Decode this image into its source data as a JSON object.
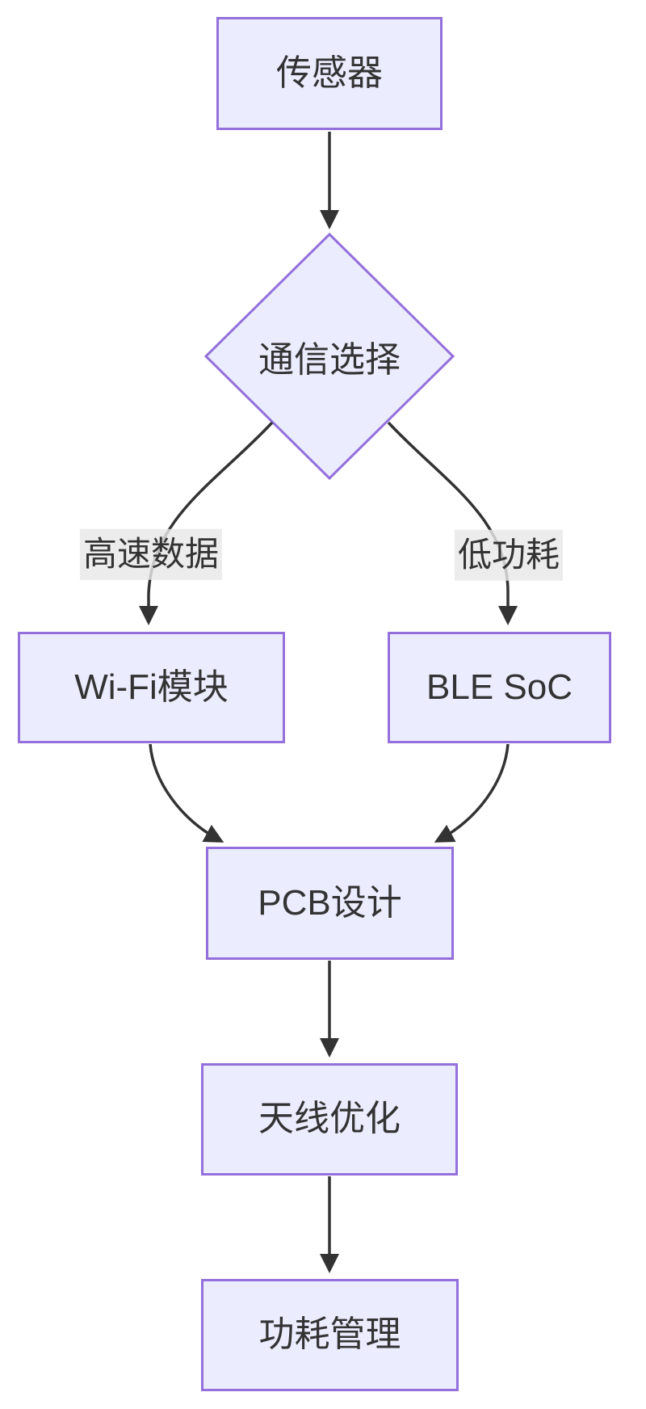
{
  "diagram": {
    "type": "flowchart",
    "direction": "top-down",
    "colors": {
      "node_fill": "#ECECFF",
      "node_border": "#9370DB",
      "edge_color": "#333333",
      "text_color": "#333333",
      "edge_label_bg": "#E8E8E8"
    },
    "nodes": [
      {
        "id": "sensor",
        "label": "传感器",
        "shape": "rect"
      },
      {
        "id": "comm",
        "label": "通信选择",
        "shape": "diamond"
      },
      {
        "id": "wifi",
        "label": "Wi-Fi模块",
        "shape": "rect"
      },
      {
        "id": "ble",
        "label": "BLE SoC",
        "shape": "rect"
      },
      {
        "id": "pcb",
        "label": "PCB设计",
        "shape": "rect"
      },
      {
        "id": "antenna",
        "label": "天线优化",
        "shape": "rect"
      },
      {
        "id": "power",
        "label": "功耗管理",
        "shape": "rect"
      }
    ],
    "edges": [
      {
        "from": "sensor",
        "to": "comm",
        "label": ""
      },
      {
        "from": "comm",
        "to": "wifi",
        "label": "高速数据"
      },
      {
        "from": "comm",
        "to": "ble",
        "label": "低功耗"
      },
      {
        "from": "wifi",
        "to": "pcb",
        "label": ""
      },
      {
        "from": "ble",
        "to": "pcb",
        "label": ""
      },
      {
        "from": "pcb",
        "to": "antenna",
        "label": ""
      },
      {
        "from": "antenna",
        "to": "power",
        "label": ""
      }
    ]
  }
}
